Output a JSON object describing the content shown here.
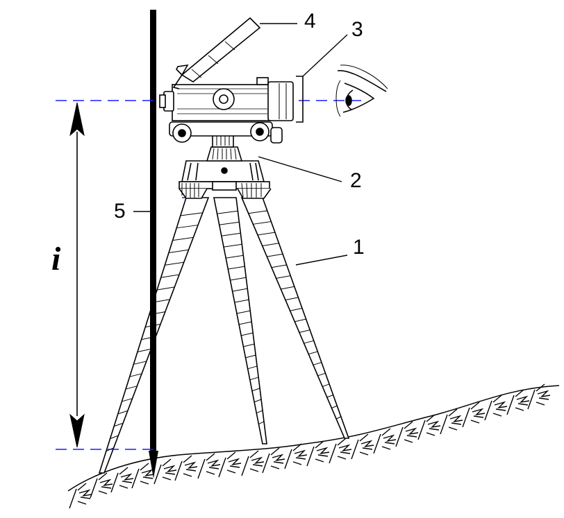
{
  "labels": {
    "tripod": "1",
    "base": "2",
    "eyepiece": "3",
    "leveling_tube": "4",
    "staff": "5",
    "instrument_height": "i"
  },
  "colors": {
    "line": "#000000",
    "dashed_guides": "#1a1aff",
    "background": "#ffffff"
  },
  "icons": {
    "eye": "eye-icon",
    "grass": "grass-tuft-icon"
  }
}
